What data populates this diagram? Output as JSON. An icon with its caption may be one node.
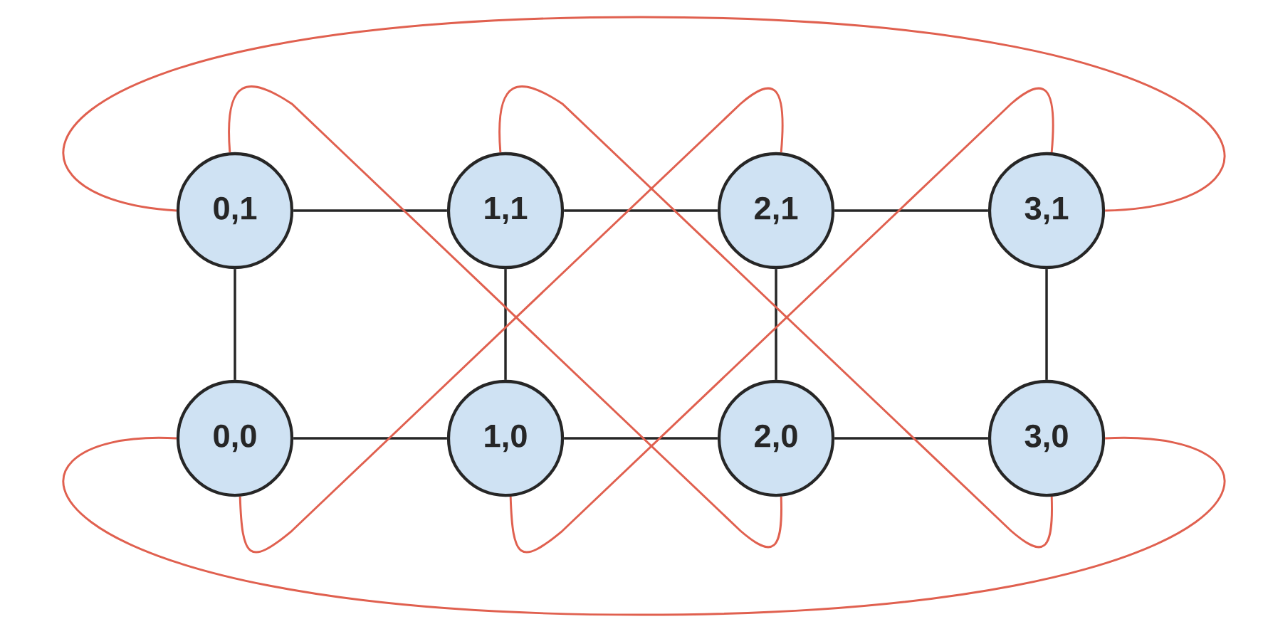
{
  "diagram": {
    "nodes": [
      {
        "text": [
          "0,1"
        ]
      },
      {
        "text": [
          "1,1"
        ]
      },
      {
        "text": [
          "2,1"
        ]
      },
      {
        "text": [
          "3,1"
        ]
      },
      {
        "text": [
          "0,0"
        ]
      },
      {
        "text": [
          "1,0"
        ]
      },
      {
        "text": [
          "2,0"
        ]
      },
      {
        "text": [
          "3,0"
        ]
      }
    ],
    "edges": [
      {
        "from": 0,
        "to": 1,
        "arrow": "none"
      },
      {
        "from": 1,
        "to": 2,
        "arrow": "none"
      },
      {
        "from": 2,
        "to": 3,
        "arrow": "none"
      },
      {
        "from": 4,
        "to": 5,
        "arrow": "none"
      },
      {
        "from": 5,
        "to": 6,
        "arrow": "none"
      },
      {
        "from": 6,
        "to": 7,
        "arrow": "none"
      },
      {
        "from": 0,
        "to": 4,
        "arrow": "none"
      },
      {
        "from": 1,
        "to": 5,
        "arrow": "none"
      },
      {
        "from": 2,
        "to": 6,
        "arrow": "none"
      },
      {
        "from": 3,
        "to": 7,
        "arrow": "none"
      },
      {
        "from": 0,
        "to": 3,
        "arrow": "none",
        "color": "#e0604f"
      },
      {
        "from": 4,
        "to": 7,
        "arrow": "none",
        "color": "#e0604f"
      },
      {
        "from": 0,
        "to": 6,
        "arrow": "none",
        "color": "#e0604f"
      },
      {
        "from": 1,
        "to": 7,
        "arrow": "none",
        "color": "#e0604f"
      },
      {
        "from": 4,
        "to": 2,
        "arrow": "none",
        "color": "#e0604f"
      },
      {
        "from": 5,
        "to": 3,
        "arrow": "none",
        "color": "#e0604f"
      }
    ]
  }
}
